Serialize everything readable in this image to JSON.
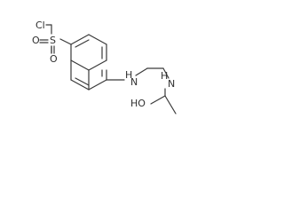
{
  "molecule": {
    "atoms": {
      "chlorine": "Cl",
      "sulfur": "S",
      "oxygen_upper": "O",
      "oxygen_lower": "O",
      "amine_nitrogen": "H",
      "amine_nitrogen_symbol": "N",
      "amide_nitrogen_h": "H",
      "amide_nitrogen_symbol": "N",
      "amide_oxygen": "HO"
    }
  }
}
